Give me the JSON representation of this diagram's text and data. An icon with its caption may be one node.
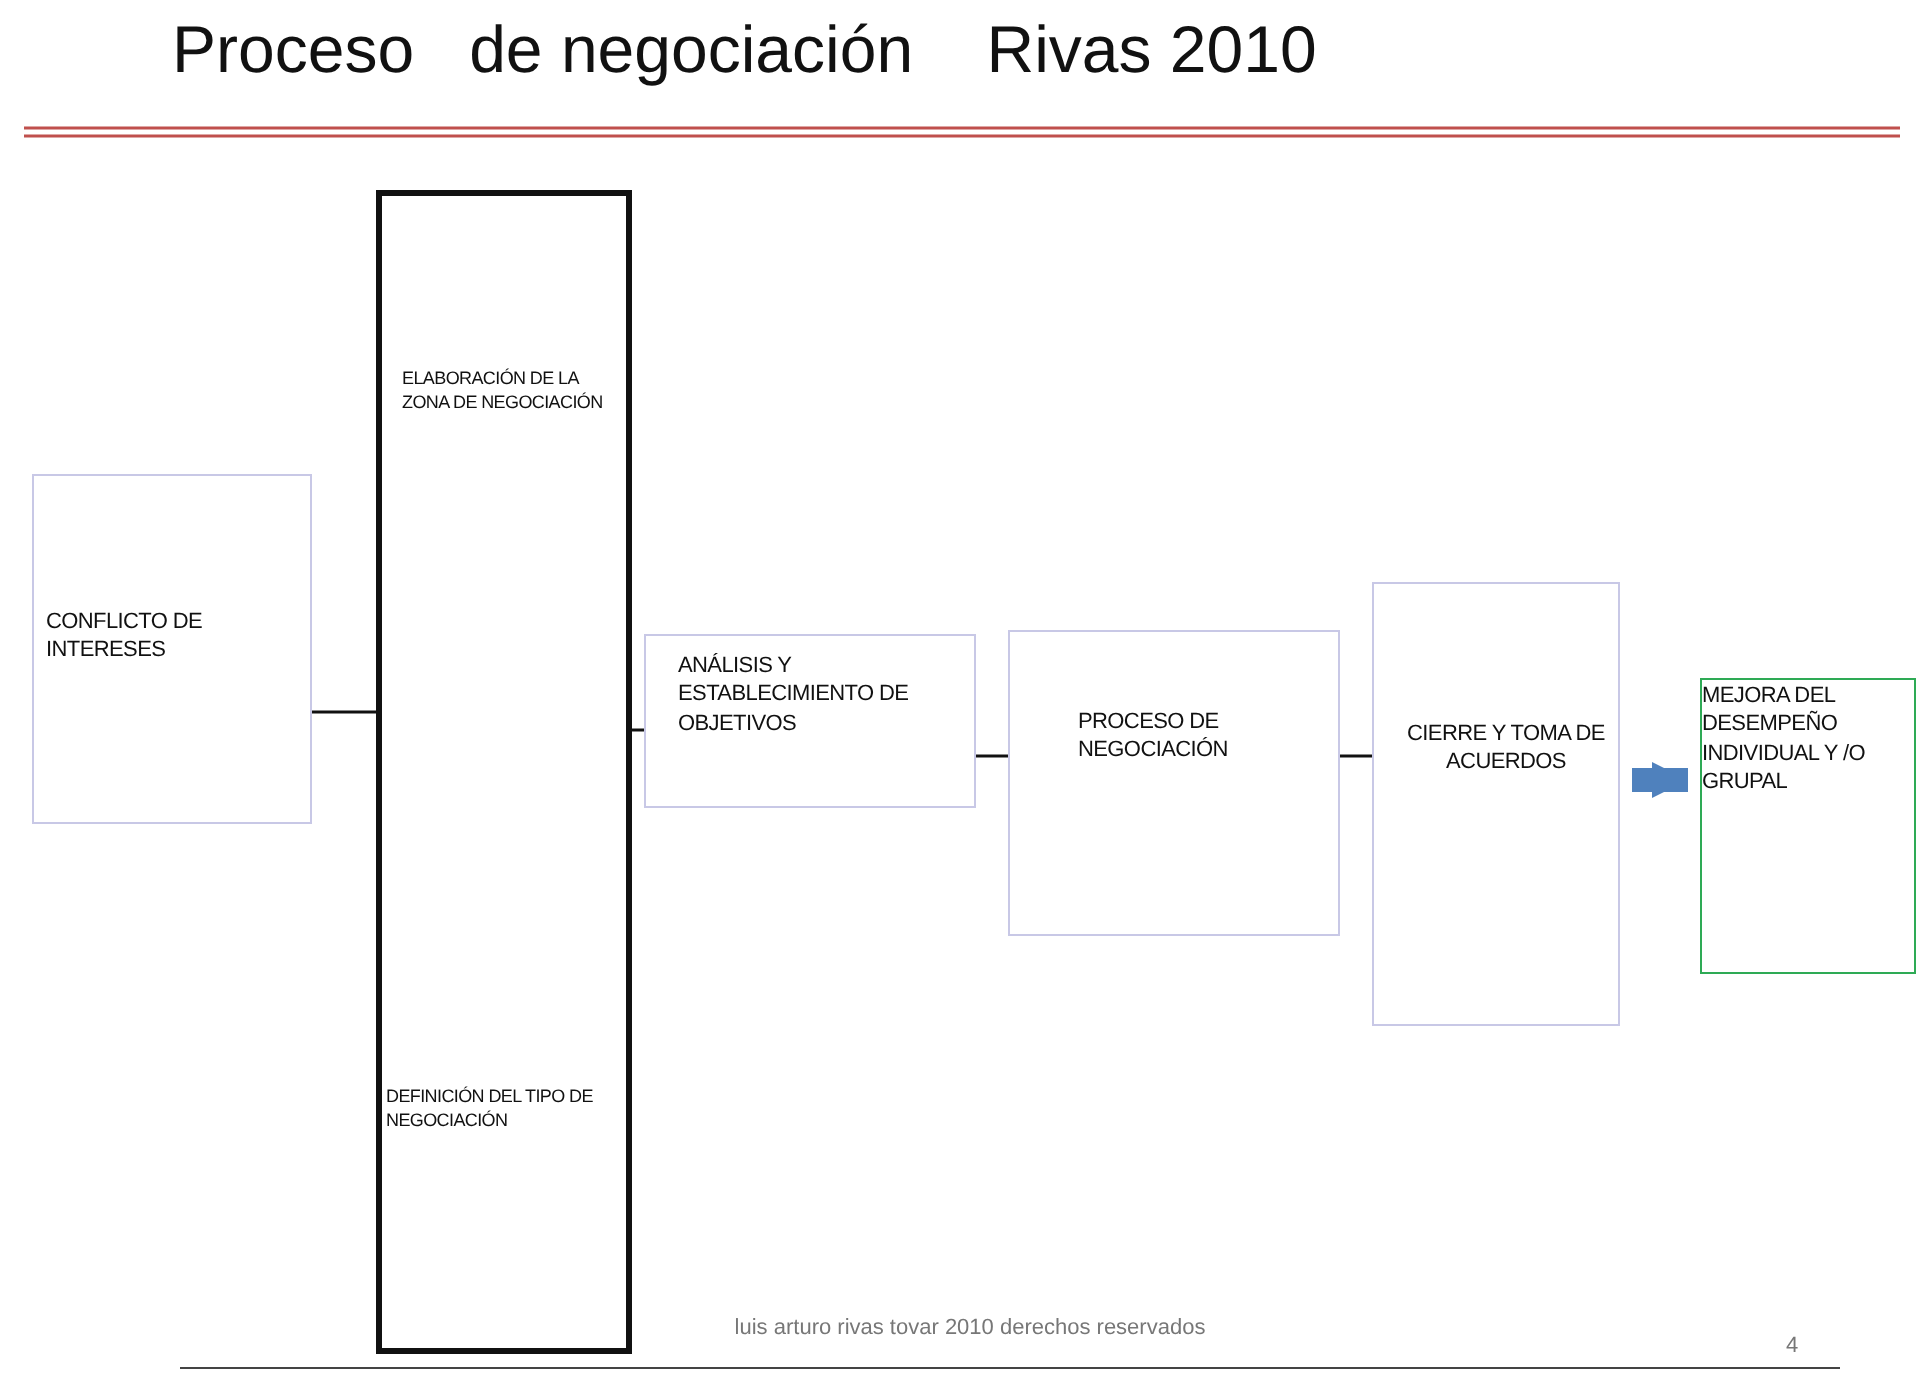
{
  "diagram": {
    "title": "Proceso   de negociación    Rivas 2010",
    "nodes": [
      {
        "text": [
          "CONFLICTO DE INTERESES"
        ]
      },
      {
        "text": [
          "ELABORACIÓN DE LA ZONA DE NEGOCIACIÓN",
          "DEFINICIÓN DEL TIPO DE NEGOCIACIÓN"
        ]
      },
      {
        "text": [
          "ANÁLISIS Y ESTABLECIMIENTO DE OBJETIVOS"
        ]
      },
      {
        "text": [
          "PROCESO DE NEGOCIACIÓN"
        ]
      },
      {
        "text": [
          "CIERRE Y TOMA DE ACUERDOS"
        ]
      },
      {
        "text": [
          "MEJORA DEL DESEMPEÑO INDIVIDUAL Y /O GRUPAL"
        ]
      }
    ],
    "edges": [
      {
        "from": 0,
        "to": 1,
        "arrow": "none"
      },
      {
        "from": 1,
        "to": 2,
        "arrow": "none"
      },
      {
        "from": 2,
        "to": 3,
        "arrow": "none"
      },
      {
        "from": 3,
        "to": 4,
        "arrow": "none"
      },
      {
        "from": 4,
        "to": 5,
        "arrow": "to",
        "style": "thick",
        "color": "#4f81bd"
      }
    ],
    "labels": [
      "luis arturo rivas tovar  2010 derechos reservados",
      "4"
    ]
  }
}
